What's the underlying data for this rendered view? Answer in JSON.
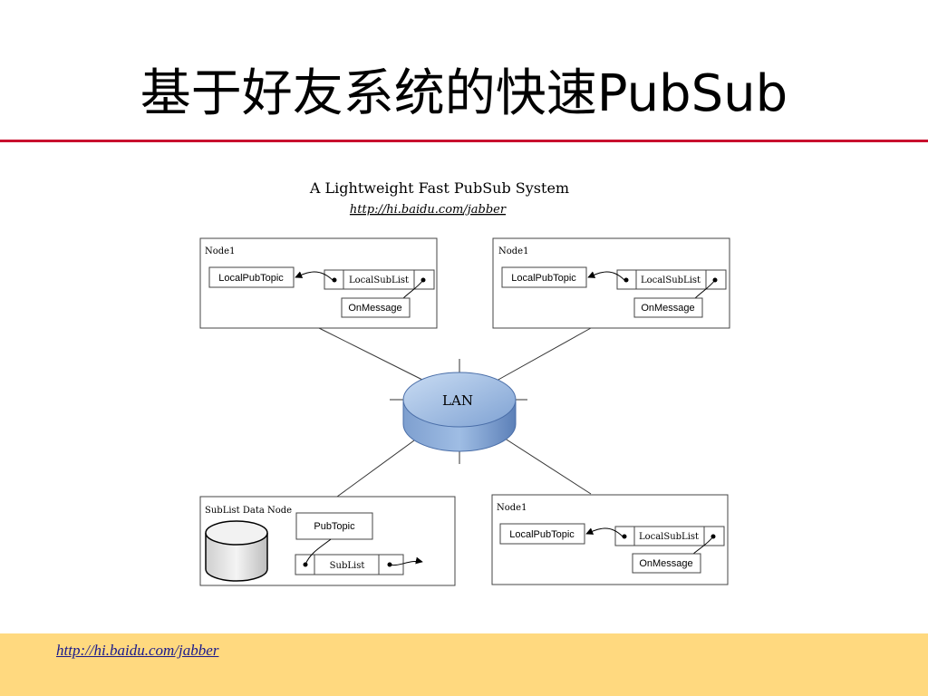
{
  "slide": {
    "title": "基于好友系统的快速PubSub",
    "footer_link": "http://hi.baidu.com/jabber"
  },
  "diagram": {
    "heading": "A Lightweight Fast PubSub System",
    "url": "http://hi.baidu.com/jabber",
    "hub_label": "LAN",
    "nodes": [
      {
        "title": "Node1",
        "pub_topic": "LocalPubTopic",
        "sub_list": "LocalSubList",
        "handler": "OnMessage"
      },
      {
        "title": "Node1",
        "pub_topic": "LocalPubTopic",
        "sub_list": "LocalSubList",
        "handler": "OnMessage"
      },
      {
        "title": "Node1",
        "pub_topic": "LocalPubTopic",
        "sub_list": "LocalSubList",
        "handler": "OnMessage"
      }
    ],
    "data_node": {
      "title": "SubList Data Node",
      "pub_topic": "PubTopic",
      "sub_list": "SubList"
    }
  },
  "colors": {
    "title_rule": "#c8102e",
    "footer_bg": "#ffd97f",
    "lan_fill": "#8fb0dc",
    "lan_side": "#5d86bf",
    "db_fill": "#e2e2e2"
  }
}
